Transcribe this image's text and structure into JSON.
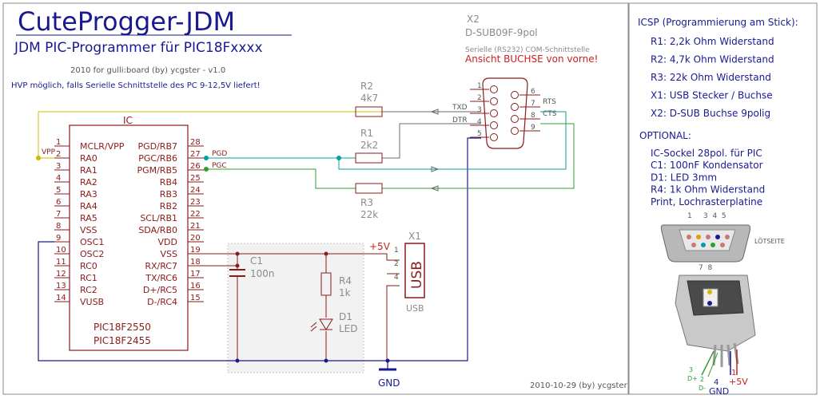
{
  "header": {
    "title": "CuteProgger-JDM",
    "subtitle": "JDM PIC-Programmer für PIC18Fxxxx",
    "credit": "2010 for gulli:board (by) ycgster - v1.0",
    "hvp_note": "HVP möglich, falls Serielle Schnittstelle des PC 9-12,5V liefert!"
  },
  "footer": {
    "date": "2010-10-29 (by) ycgster"
  },
  "x2": {
    "ref": "X2",
    "part": "D-SUB09F-9pol",
    "desc": "Serielle (RS232) COM-Schnittstelle",
    "note": "Ansicht BUCHSE von vorne!",
    "pins_left": [
      "1",
      "2",
      "3",
      "4",
      "5"
    ],
    "pins_right": [
      "6",
      "7",
      "8",
      "9"
    ],
    "signals": {
      "txd": "TXD",
      "dtr": "DTR",
      "rts": "RTS",
      "cts": "CTS"
    }
  },
  "ic": {
    "ref": "IC",
    "part1": "PIC18F2550",
    "part2": "PIC18F2455",
    "left_pins": [
      {
        "num": "1",
        "name": "MCLR/VPP"
      },
      {
        "num": "2",
        "name": "RA0"
      },
      {
        "num": "3",
        "name": "RA1"
      },
      {
        "num": "4",
        "name": "RA2"
      },
      {
        "num": "5",
        "name": "RA3"
      },
      {
        "num": "6",
        "name": "RA4"
      },
      {
        "num": "7",
        "name": "RA5"
      },
      {
        "num": "8",
        "name": "VSS"
      },
      {
        "num": "9",
        "name": "OSC1"
      },
      {
        "num": "10",
        "name": "OSC2"
      },
      {
        "num": "11",
        "name": "RC0"
      },
      {
        "num": "12",
        "name": "RC1"
      },
      {
        "num": "13",
        "name": "RC2"
      },
      {
        "num": "14",
        "name": "VUSB"
      }
    ],
    "right_pins": [
      {
        "num": "28",
        "name": "PGD/RB7"
      },
      {
        "num": "27",
        "name": "PGC/RB6"
      },
      {
        "num": "26",
        "name": "PGM/RB5"
      },
      {
        "num": "25",
        "name": "RB4"
      },
      {
        "num": "24",
        "name": "RB3"
      },
      {
        "num": "23",
        "name": "RB2"
      },
      {
        "num": "22",
        "name": "SCL/RB1"
      },
      {
        "num": "21",
        "name": "SDA/RB0"
      },
      {
        "num": "20",
        "name": "VDD"
      },
      {
        "num": "19",
        "name": "VSS"
      },
      {
        "num": "18",
        "name": "RX/RC7"
      },
      {
        "num": "17",
        "name": "TX/RC6"
      },
      {
        "num": "16",
        "name": "D+/RC5"
      },
      {
        "num": "15",
        "name": "D-/RC4"
      }
    ]
  },
  "nets": {
    "vpp": "VPP",
    "pgd": "PGD",
    "pgc": "PGC",
    "vplus": "+5V",
    "gnd": "GND"
  },
  "components": {
    "r1": {
      "ref": "R1",
      "value": "2k2"
    },
    "r2": {
      "ref": "R2",
      "value": "4k7"
    },
    "r3": {
      "ref": "R3",
      "value": "22k"
    },
    "r4": {
      "ref": "R4",
      "value": "1k"
    },
    "c1": {
      "ref": "C1",
      "value": "100n"
    },
    "d1": {
      "ref": "D1",
      "value": "LED"
    }
  },
  "x1": {
    "ref": "X1",
    "body": "USB",
    "label": "USB",
    "pins": [
      "1",
      "2",
      "4"
    ]
  },
  "sidebar": {
    "icsp_title": "ICSP (Programmierung am Stick):",
    "icsp_items": [
      "R1: 2,2k Ohm Widerstand",
      "R2: 4,7k Ohm Widerstand",
      "R3: 22k Ohm Widerstand",
      "X1: USB Stecker / Buchse",
      "X2: D-SUB Buchse 9polig"
    ],
    "optional_title": "OPTIONAL:",
    "optional_items": [
      "IC-Sockel 28pol. für PIC",
      "C1: 100nF Kondensator",
      "D1: LED 3mm",
      "R4: 1k Ohm Widerstand",
      "Print, Lochrasterplatine"
    ],
    "dsub_pin_numbers": "1     3  4  5",
    "dsub_pin_numbers2": "7  8",
    "lotseite": "LÖTSEITE",
    "usb_pins": {
      "p3": "3",
      "p3b": "D+",
      "p2": "2",
      "p2b": "D-",
      "p4": "4",
      "p4b": "GND",
      "p1": "1",
      "p1b": "+5V"
    }
  },
  "colors": {
    "wire": "#8b1a1a",
    "vpp_net": "#d4b800",
    "pgd_net": "#00a0a0",
    "pgc_net": "#2ca02c",
    "title": "#1a1a90",
    "sidebar_text": "#1a1a90",
    "gnd_net": "#1a1a90",
    "note": "#cc2020"
  }
}
